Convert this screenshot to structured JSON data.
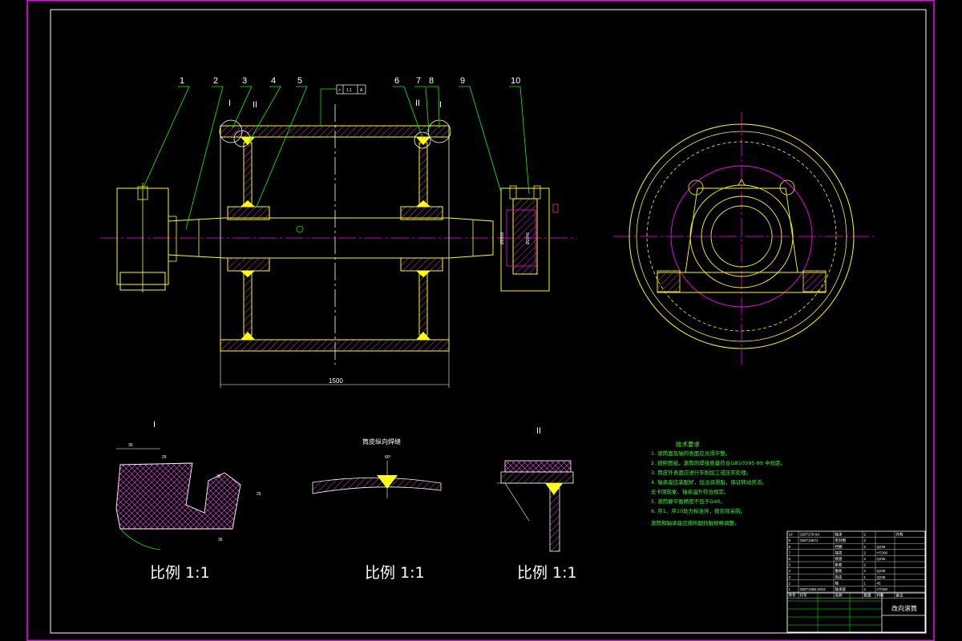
{
  "drawing": {
    "callouts": [
      "1",
      "2",
      "3",
      "4",
      "5",
      "6",
      "7",
      "8",
      "9",
      "10"
    ],
    "section_marks": {
      "left_a": "I",
      "left_b": "II",
      "right_a": "II",
      "right_b": "I"
    },
    "tolerance_frame": {
      "symbol": "↗",
      "value": "1.1",
      "datum": "A"
    },
    "overall_length": "1500",
    "bearing_dims": [
      "Ø85h8",
      "Ø20h6"
    ],
    "detail_I": {
      "mark": "I",
      "dims": [
        "35",
        "25",
        "25",
        "30",
        "36"
      ],
      "scale": "比例 1:1"
    },
    "weld_detail": {
      "title": "筒皮纵向焊缝",
      "angle": "60°",
      "scale": "比例 1:1"
    },
    "detail_II": {
      "mark": "II",
      "scale": "比例 1:1"
    }
  },
  "technical_notes": {
    "heading": "技术要求",
    "lines": [
      "1. 滚筒面及轴的表面应光滑平整。",
      "2. 按照图纸，滚筒的焊接质量符合GB10595-89 中规定。",
      "3. 筒皮外表面应进行车削加工或压实处理。",
      "4. 轴承座应装配好，加注润滑脂，保证转动灵活，",
      "   无卡阻现象，轴承温升符合规定。",
      "5. 滚筒静平衡精度不低于G40。",
      "6. 序1、序10处为标准件，按实际采购。",
      "   滚筒和轴承座应按所配托辊规格调整。"
    ]
  },
  "title_block": {
    "drawing_name": "改向滚筒",
    "parts_rows": [
      [
        "10",
        "GB/T276-94",
        "轴承",
        "2",
        "",
        "外购"
      ],
      [
        "9",
        "GB/T13871",
        "密封圈",
        "2",
        "",
        ""
      ],
      [
        "8",
        "",
        "挡圈",
        "2",
        "Q235",
        ""
      ],
      [
        "7",
        "",
        "端盖",
        "2",
        "HT200",
        ""
      ],
      [
        "6",
        "",
        "接盘",
        "2",
        "Q235",
        ""
      ],
      [
        "5",
        "",
        "胀套",
        "2",
        "",
        ""
      ],
      [
        "4",
        "",
        "腹板",
        "2",
        "Q235",
        ""
      ],
      [
        "3",
        "",
        "筒皮",
        "1",
        "Q235",
        ""
      ],
      [
        "2",
        "",
        "轴",
        "1",
        "45",
        ""
      ],
      [
        "1",
        "GB/T1096-2003",
        "轴承座",
        "2",
        "HT200",
        ""
      ]
    ],
    "header_row": [
      "序号",
      "代号",
      "名称",
      "数量",
      "材料",
      "备注"
    ]
  },
  "colors": {
    "background": "#000000",
    "border": "#ff00ff",
    "frame": "#ffffff",
    "outline": "#ffff00",
    "centerline": "#ff00ff",
    "leader": "#00ff00",
    "hatch": "#ff4fff",
    "weld": "#ffff00",
    "note": "#2aff2a"
  }
}
